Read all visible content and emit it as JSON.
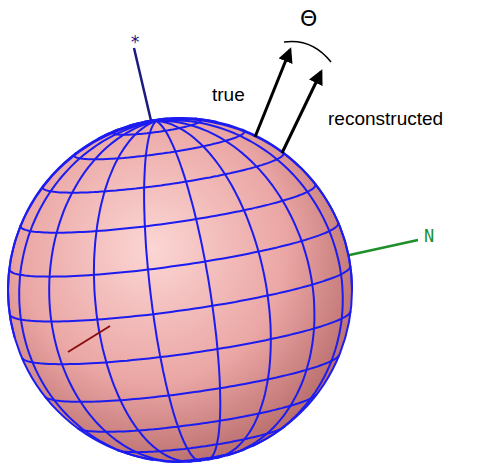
{
  "diagram": {
    "labels": [
      "Θ",
      "true",
      "reconstructed",
      "*",
      "N"
    ]
  }
}
